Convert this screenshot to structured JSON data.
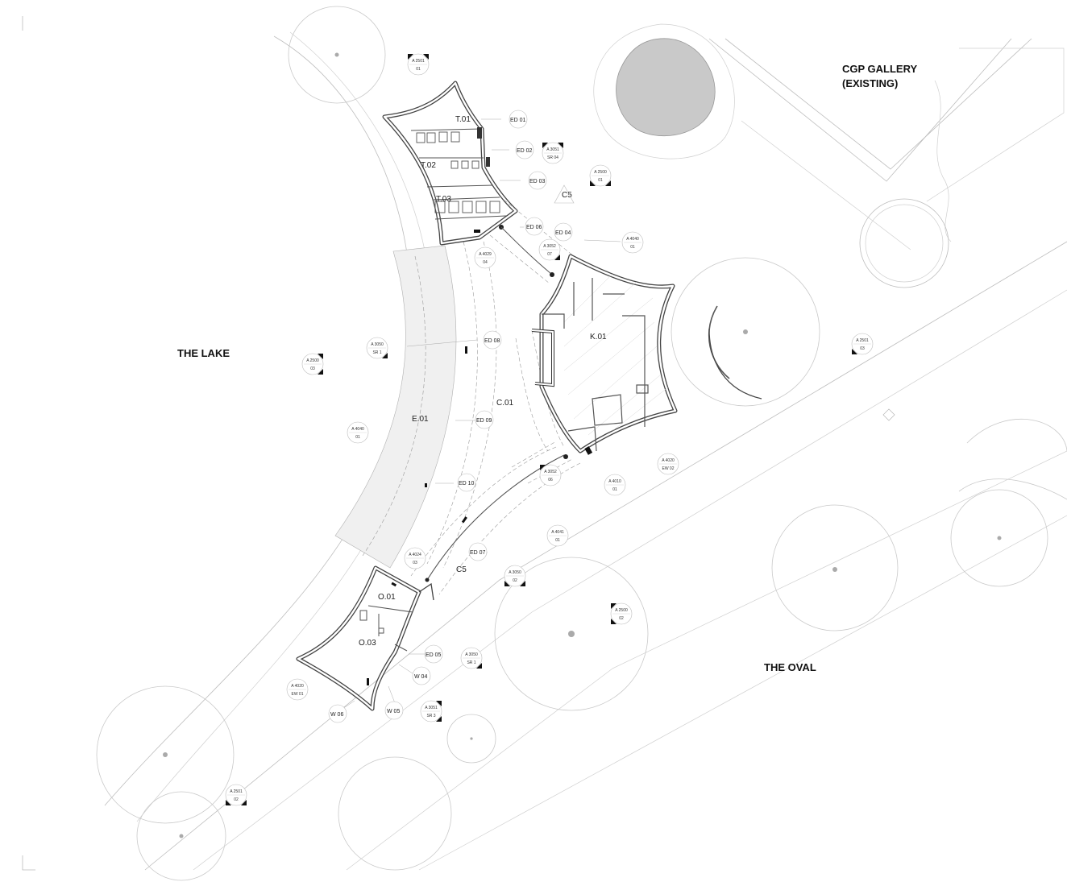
{
  "labels": {
    "gallery_line1": "CGP GALLERY",
    "gallery_line2": "(EXISTING)",
    "lake": "THE LAKE",
    "oval": "THE OVAL"
  },
  "rooms": {
    "t01": "T.01",
    "t02": "T.02",
    "t03": "T.03",
    "k01": "K.01",
    "c01": "C.01",
    "e01": "E.01",
    "o01": "O.01",
    "o03": "O.03",
    "c5_top": "C5",
    "c5_bottom": "C5"
  },
  "tags": {
    "ed01": "ED 01",
    "ed02": "ED 02",
    "ed03": "ED 03",
    "ed04": "ED 04",
    "ed05": "ED 05",
    "ed06": "ED 06",
    "ed07": "ED 07",
    "ed08": "ED 08",
    "ed09": "ED 09",
    "ed10": "ED 10",
    "w04": "W 04",
    "w05": "W 05",
    "w06": "W 06"
  },
  "section_marks": [
    {
      "code": "A 2501",
      "sheet": "01"
    },
    {
      "code": "A 2500",
      "sheet": "01"
    },
    {
      "code": "A 3051",
      "sheet": "SR 04"
    },
    {
      "code": "A 4040",
      "sheet": "01"
    },
    {
      "code": "A 4029",
      "sheet": "04"
    },
    {
      "code": "A 3052",
      "sheet": "07"
    },
    {
      "code": "A 3050",
      "sheet": "SR 1"
    },
    {
      "code": "A 2500",
      "sheet": "03"
    },
    {
      "code": "A 2501",
      "sheet": "03"
    },
    {
      "code": "A 4040",
      "sheet": "01"
    },
    {
      "code": "A 4020",
      "sheet": "EW 02"
    },
    {
      "code": "A 4010",
      "sheet": "01"
    },
    {
      "code": "A 3052",
      "sheet": "06"
    },
    {
      "code": "A 4041",
      "sheet": "01"
    },
    {
      "code": "A 4024",
      "sheet": "03"
    },
    {
      "code": "A 3050",
      "sheet": "02"
    },
    {
      "code": "A 2500",
      "sheet": "02"
    },
    {
      "code": "A 3050",
      "sheet": "SR 1"
    },
    {
      "code": "A 4020",
      "sheet": "EW 01"
    },
    {
      "code": "A 3051",
      "sheet": "SR 3"
    },
    {
      "code": "A 2501",
      "sheet": "02"
    }
  ]
}
